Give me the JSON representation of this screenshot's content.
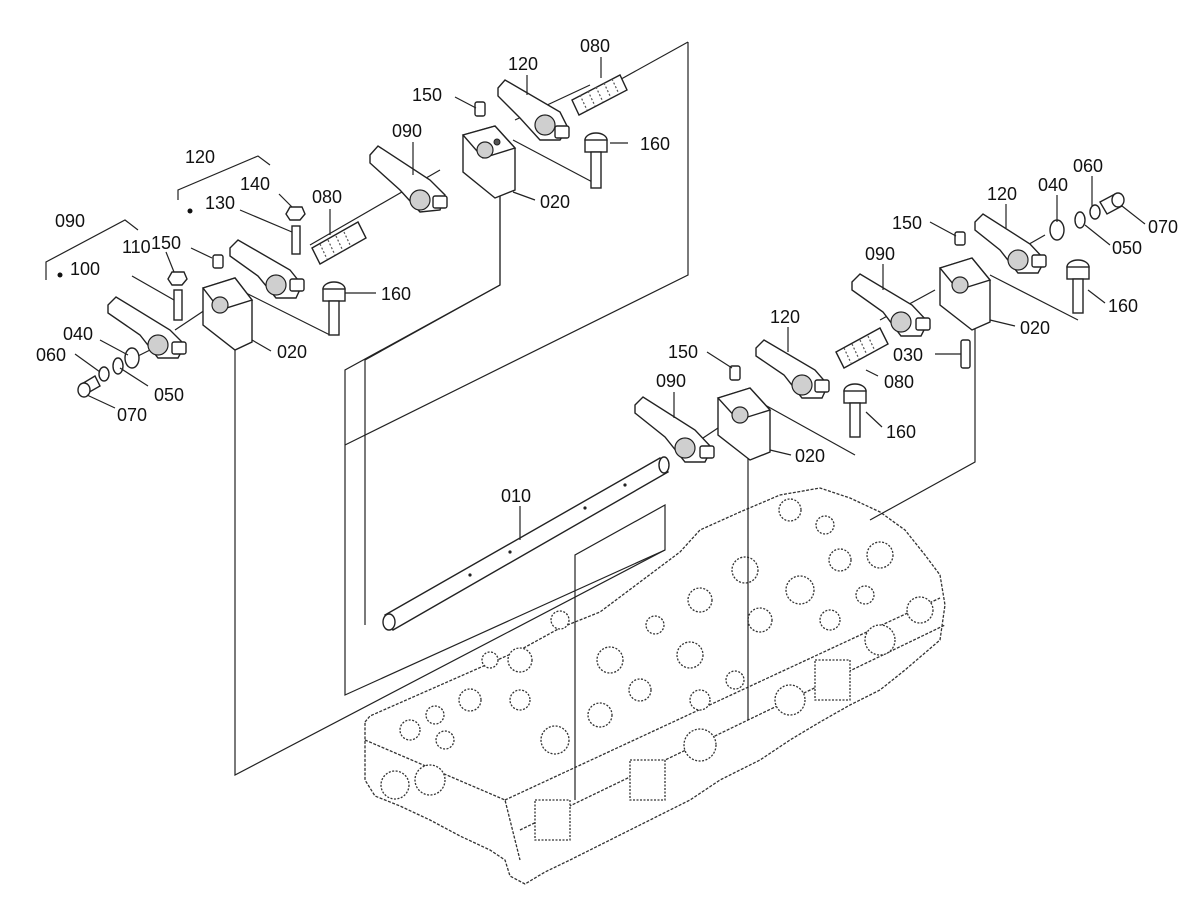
{
  "diagram": {
    "labels": [
      {
        "key": "l_080_top",
        "text": "080"
      },
      {
        "key": "l_120_top",
        "text": "120"
      },
      {
        "key": "l_150_top",
        "text": "150"
      },
      {
        "key": "l_160_top",
        "text": "160"
      },
      {
        "key": "l_090_top",
        "text": "090"
      },
      {
        "key": "l_020_top",
        "text": "020"
      },
      {
        "key": "l_120_left",
        "text": "120"
      },
      {
        "key": "l_140_left",
        "text": "140"
      },
      {
        "key": "l_130_left",
        "text": "130"
      },
      {
        "key": "l_080_left",
        "text": "080"
      },
      {
        "key": "l_090_left",
        "text": "090"
      },
      {
        "key": "l_110_left",
        "text": "110"
      },
      {
        "key": "l_150_left",
        "text": "150"
      },
      {
        "key": "l_100_left",
        "text": "100"
      },
      {
        "key": "l_160_left",
        "text": "160"
      },
      {
        "key": "l_040_left",
        "text": "040"
      },
      {
        "key": "l_020_left",
        "text": "020"
      },
      {
        "key": "l_060_left",
        "text": "060"
      },
      {
        "key": "l_050_left",
        "text": "050"
      },
      {
        "key": "l_070_left",
        "text": "070"
      },
      {
        "key": "l_060_right",
        "text": "060"
      },
      {
        "key": "l_040_right",
        "text": "040"
      },
      {
        "key": "l_120_right",
        "text": "120"
      },
      {
        "key": "l_150_right",
        "text": "150"
      },
      {
        "key": "l_070_right",
        "text": "070"
      },
      {
        "key": "l_050_right",
        "text": "050"
      },
      {
        "key": "l_090_right",
        "text": "090"
      },
      {
        "key": "l_160_right",
        "text": "160"
      },
      {
        "key": "l_020_right",
        "text": "020"
      },
      {
        "key": "l_120_mid",
        "text": "120"
      },
      {
        "key": "l_030_right",
        "text": "030"
      },
      {
        "key": "l_150_mid",
        "text": "150"
      },
      {
        "key": "l_080_mid",
        "text": "080"
      },
      {
        "key": "l_090_mid",
        "text": "090"
      },
      {
        "key": "l_160_mid",
        "text": "160"
      },
      {
        "key": "l_020_mid",
        "text": "020"
      },
      {
        "key": "l_010",
        "text": "010"
      }
    ]
  }
}
